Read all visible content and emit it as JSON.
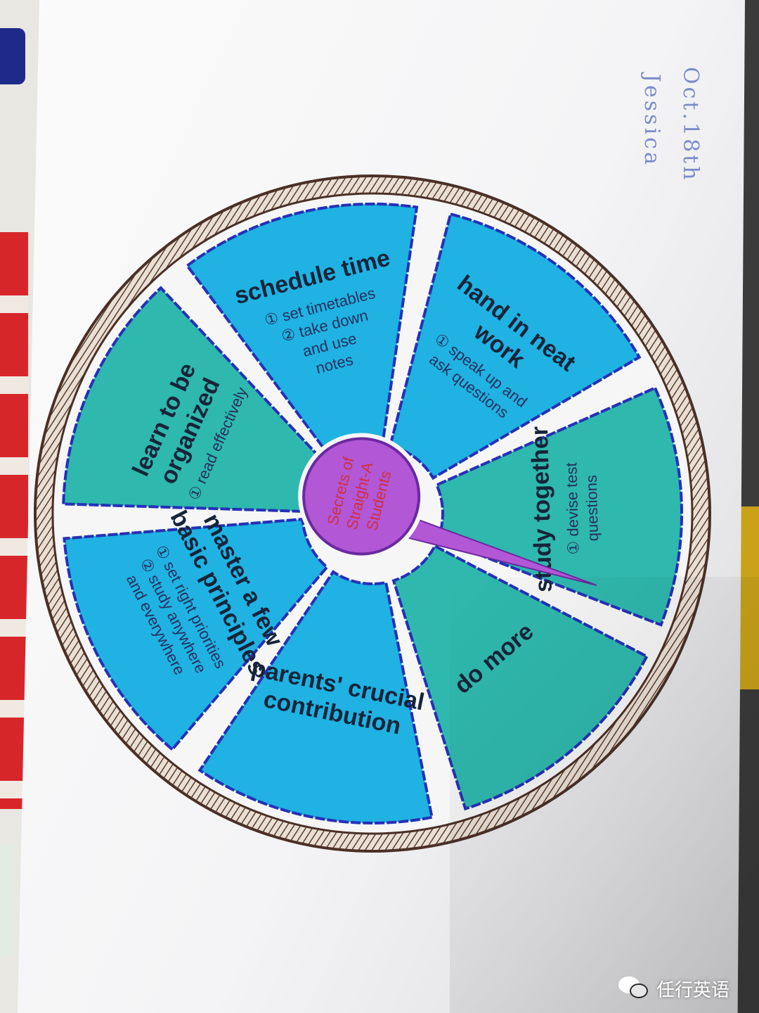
{
  "center_label": [
    "Secrets of",
    "Straight-A",
    "Students"
  ],
  "segments": [
    {
      "id": "schedule-time",
      "title": [
        "schedule time"
      ],
      "details": [
        "① set timetables",
        "② take down",
        "and use",
        "notes"
      ]
    },
    {
      "id": "hand-in-neat-work",
      "title": [
        "hand in neat",
        "work"
      ],
      "details": [
        "① speak up and",
        "ask questions"
      ]
    },
    {
      "id": "study-together",
      "title": [
        "study together"
      ],
      "details": [
        "① devise test",
        "questions"
      ]
    },
    {
      "id": "do-more",
      "title": [
        "do more"
      ],
      "details": []
    },
    {
      "id": "parents-crucial-contribution",
      "title": [
        "parents' crucial",
        "contribution"
      ],
      "details": []
    },
    {
      "id": "master-basic-principles",
      "title": [
        "master a few",
        "basic principles"
      ],
      "details": [
        "① set right priorities",
        "② study anywhere",
        "and everywhere"
      ]
    },
    {
      "id": "learn-to-be-organized",
      "title": [
        "learn to be",
        "organized"
      ],
      "details": [
        "① read effectively"
      ]
    }
  ],
  "signature": {
    "name": "Jessica",
    "date": "Oct.18th"
  },
  "watermark": {
    "text": "任行英语"
  },
  "colors": {
    "blue_fill": "#1fb2e2",
    "teal_fill": "#2fb8ad",
    "outline": "#2530b8",
    "wood": "#6b4a3a",
    "hub": "#b257d6",
    "hub_text": "#d0303f"
  }
}
